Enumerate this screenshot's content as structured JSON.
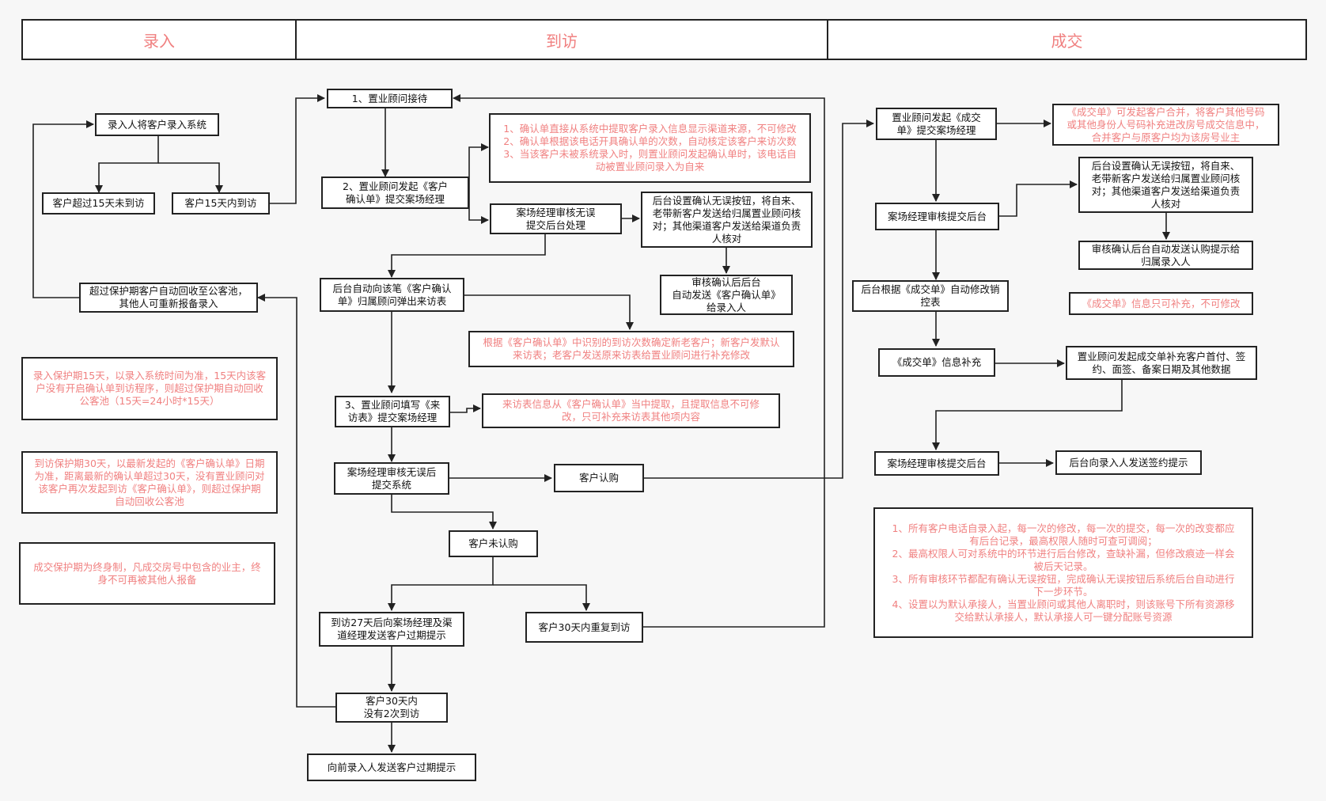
{
  "lanes": {
    "entry": "录入",
    "visit": "到访",
    "deal": "成交"
  },
  "nodes": {
    "n1": "录入人将客户录入系统",
    "n2": "客户超过15天未到访",
    "n3": "客户15天内到访",
    "n4": "超过保护期客户自动回收至公客池，\n其他人可重新报备录入",
    "n5": "1、置业顾问接待",
    "n6": "2、置业顾问发起《客户\n确认单》提交案场经理",
    "n7": "案场经理审核无误\n提交后台处理",
    "n8": "后台设置确认无误按钮，将自来、\n老带新客户发送给归属置业顾问核\n对；其他渠道客户发送给渠道负责\n人核对",
    "n9": "审核确认后后台\n自动发送《客户确认单》\n给录入人",
    "n10": "后台自动向该笔《客户确认\n单》归属顾问弹出来访表",
    "n11": "3、置业顾问填写《来\n访表》提交案场经理",
    "n12": "案场经理审核无误后\n提交系统",
    "n13": "客户认购",
    "n14": "客户未认购",
    "n15": "到访27天后向案场经理及渠\n道经理发送客户过期提示",
    "n16": "客户30天内重复到访",
    "n17": "客户30天内\n没有2次到访",
    "n18": "向前录入人发送客户过期提示",
    "n19": "置业顾问发起《成交\n单》提交案场经理",
    "n20": "案场经理审核提交后台",
    "n21": "后台根据《成交单》自动修改销\n控表",
    "n22": "《成交单》信息补充",
    "n23": "置业顾问发起成交单补充客户首付、签\n约、面签、备案日期及其他数据",
    "n24": "案场经理审核提交后台",
    "n25": "后台向录入人发送签约提示",
    "n26": "后台设置确认无误按钮，将自来、\n老带新客户发送给归属置业顾问核\n对；其他渠道客户发送给渠道负责\n人核对",
    "n27": "审核确认后台自动发送认购提示给\n归属录入人"
  },
  "notes": {
    "r1": "1、确认单直接从系统中提取客户录入信息显示渠道来源，不可修改\n2、确认单根据该电话开具确认单的次数，自动核定该客户来访次数\n3、当该客户未被系统录入时，则置业顾问发起确认单时，该电话自\n动被置业顾问录入为自来",
    "r2": "根据《客户确认单》中识别的到访次数确定新老客户；新客户发默认\n来访表；老客户发送原来访表给置业顾问进行补充修改",
    "r3": "来访表信息从《客户确认单》当中提取，且提取信息不可修\n改，只可补充来访表其他项内容",
    "r4": "录入保护期15天，以录入系统时间为准，15天内该客\n户没有开启确认单到访程序，则超过保护期自动回收\n公客池（15天=24小时*15天）",
    "r5": "到访保护期30天，以最新发起的《客户确认单》日期\n为准，距离最新的确认单超过30天，没有置业顾问对\n该客户再次发起到访《客户确认单》，则超过保护期\n自动回收公客池",
    "r6": "成交保护期为终身制，凡成交房号中包含的业主，终\n身不可再被其他人报备",
    "r7": "《成交单》可发起客户合并，将客户其他号码\n或其他身份人号码补充进改房号成交信息中，\n合并客户与原客户均为该房号业主",
    "r8": "《成交单》信息只可补充，不可修改",
    "r9": "1、所有客户电话自录入起，每一次的修改，每一次的提交，每一次的改变都应\n有后台记录，最高权限人随时可查可调阅；\n2、最高权限人可对系统中的环节进行后台修改，查缺补漏，但修改痕迹一样会\n被后天记录。\n3、所有审核环节都配有确认无误按钮，完成确认无误按钮后系统后台自动进行\n下一步环节。\n4、设置以为默认承接人，当置业顾问或其他人离职时，则该账号下所有资源移\n交给默认承接人，默认承接人可一键分配账号资源"
  },
  "colors": {
    "note_text": "#f08080",
    "line": "#222222"
  }
}
